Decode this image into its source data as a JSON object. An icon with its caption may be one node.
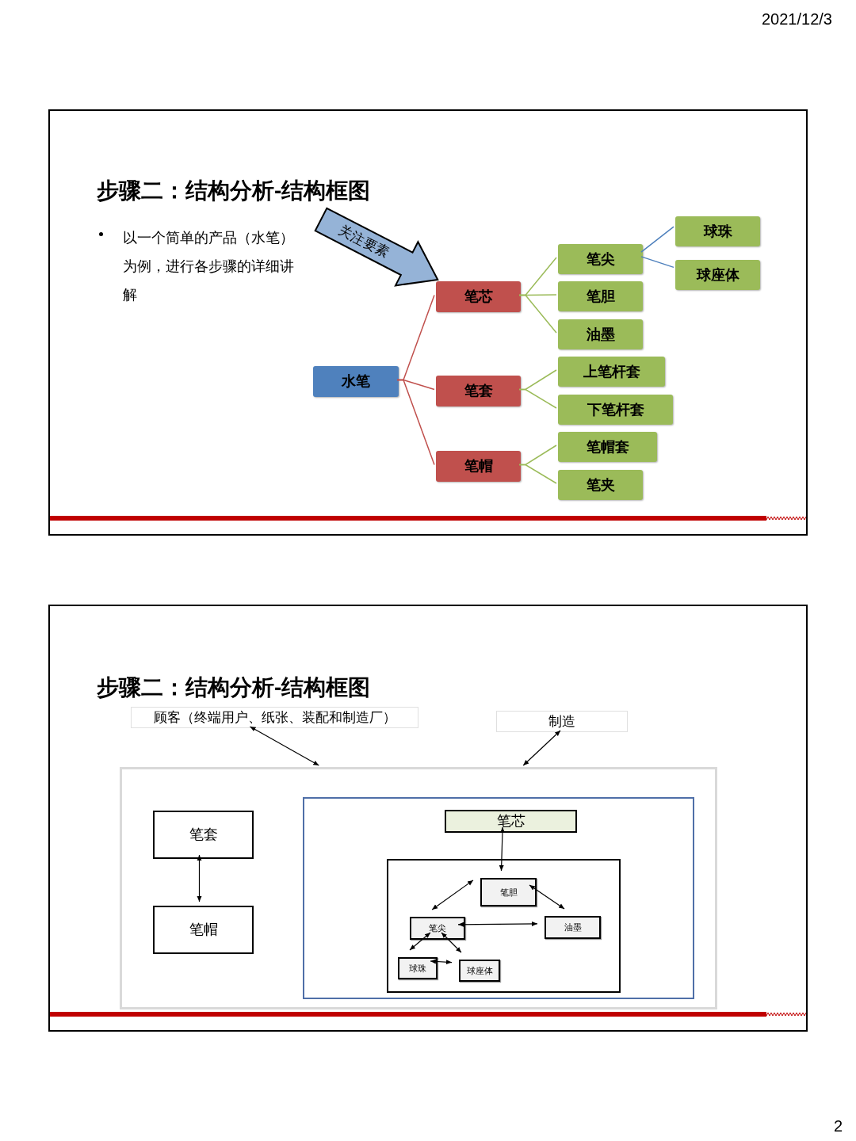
{
  "diagram": {
    "nodes": [
      {
        "text": [
          "步骤二：结构分析-结构框图",
          "以一个简单的产品（水笔）为例，进行各步骤的详细讲解"
        ]
      },
      {
        "text": [
          "水笔"
        ],
        "in": 0
      },
      {
        "text": [
          "笔芯"
        ],
        "in": 0
      },
      {
        "text": [
          "笔套"
        ],
        "in": 0
      },
      {
        "text": [
          "笔帽"
        ],
        "in": 0
      },
      {
        "text": [
          "笔尖"
        ],
        "in": 0
      },
      {
        "text": [
          "笔胆"
        ],
        "in": 0
      },
      {
        "text": [
          "油墨"
        ],
        "in": 0
      },
      {
        "text": [
          "上笔杆套"
        ],
        "in": 0
      },
      {
        "text": [
          "下笔杆套"
        ],
        "in": 0
      },
      {
        "text": [
          "笔帽套"
        ],
        "in": 0
      },
      {
        "text": [
          "笔夹"
        ],
        "in": 0
      },
      {
        "text": [
          "球珠"
        ],
        "in": 0
      },
      {
        "text": [
          "球座体"
        ],
        "in": 0
      },
      {
        "text": [
          "步骤二：结构分析-结构框图"
        ]
      },
      {
        "text": [
          "顾客（终端用户、纸张、装配和制造厂）"
        ],
        "in": 14
      },
      {
        "text": [
          "制造"
        ],
        "in": 14
      },
      {
        "text": [],
        "shape": "box",
        "in": 14
      },
      {
        "text": [
          "笔套"
        ],
        "in": 17
      },
      {
        "text": [
          "笔帽"
        ],
        "in": 17
      },
      {
        "text": [],
        "shape": "box",
        "in": 17
      },
      {
        "text": [
          "笔芯"
        ],
        "in": 20
      },
      {
        "text": [],
        "shape": "box",
        "in": 20
      },
      {
        "text": [
          "笔胆"
        ],
        "in": 22
      },
      {
        "text": [
          "笔尖"
        ],
        "in": 22
      },
      {
        "text": [
          "油墨"
        ],
        "in": 22
      },
      {
        "text": [
          "球珠"
        ],
        "in": 22
      },
      {
        "text": [
          "球座体"
        ],
        "in": 22
      }
    ],
    "edges": [
      {
        "from": null,
        "to": 2,
        "arrow": "to",
        "label": "关注要素",
        "style": "thick"
      },
      {
        "from": 1,
        "to": 2,
        "arrow": "none",
        "color": "#c0504d"
      },
      {
        "from": 1,
        "to": 3,
        "arrow": "none",
        "color": "#c0504d"
      },
      {
        "from": 1,
        "to": 4,
        "arrow": "none",
        "color": "#c0504d"
      },
      {
        "from": 2,
        "to": 5,
        "arrow": "none",
        "color": "#9bbb59"
      },
      {
        "from": 2,
        "to": 6,
        "arrow": "none",
        "color": "#9bbb59"
      },
      {
        "from": 2,
        "to": 7,
        "arrow": "none",
        "color": "#9bbb59"
      },
      {
        "from": 3,
        "to": 8,
        "arrow": "none",
        "color": "#9bbb59"
      },
      {
        "from": 3,
        "to": 9,
        "arrow": "none",
        "color": "#9bbb59"
      },
      {
        "from": 4,
        "to": 10,
        "arrow": "none",
        "color": "#9bbb59"
      },
      {
        "from": 4,
        "to": 11,
        "arrow": "none",
        "color": "#9bbb59"
      },
      {
        "from": 5,
        "to": 12,
        "arrow": "none",
        "color": "#4f81bd"
      },
      {
        "from": 5,
        "to": 13,
        "arrow": "none",
        "color": "#4f81bd"
      },
      {
        "from": 15,
        "to": 17,
        "arrow": "both"
      },
      {
        "from": 16,
        "to": 17,
        "arrow": "both"
      },
      {
        "from": 18,
        "to": 19,
        "arrow": "both"
      },
      {
        "from": 21,
        "to": 23,
        "arrow": "both"
      },
      {
        "from": 23,
        "to": 24,
        "arrow": "both"
      },
      {
        "from": 23,
        "to": 25,
        "arrow": "both"
      },
      {
        "from": 24,
        "to": 25,
        "arrow": "both"
      },
      {
        "from": 24,
        "to": 26,
        "arrow": "both"
      },
      {
        "from": 24,
        "to": 27,
        "arrow": "both"
      },
      {
        "from": 26,
        "to": 27,
        "arrow": "both"
      }
    ],
    "labels": [
      "2021/12/3",
      "2"
    ]
  }
}
